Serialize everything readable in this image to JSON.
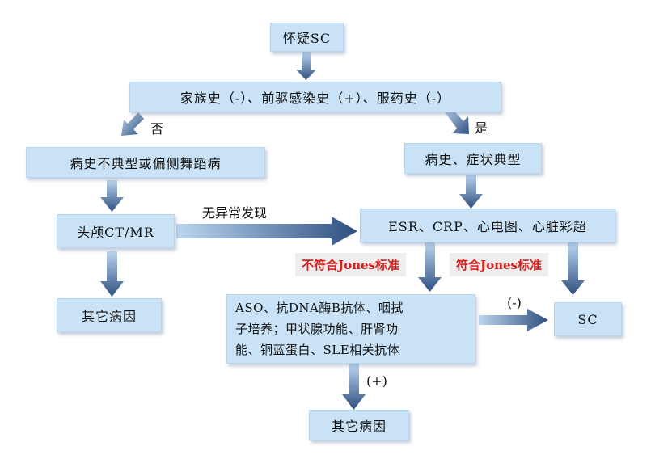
{
  "nodes": {
    "suspect_sc": "怀疑SC",
    "history": "家族史（-）、前驱感染史（+）、服药史（-）",
    "atypical": "病史不典型或偏侧舞蹈病",
    "typical": "病史、症状典型",
    "head_ct": "头颅CT/MR",
    "tests": "ESR、CRP、心电图、心脏彩超",
    "other_cause_left": "其它病因",
    "aso_line1": "ASO、抗DNA酶B抗体、咽拭",
    "aso_line2": "子培养；甲状腺功能、肝肾功",
    "aso_line3": "能、铜蓝蛋白、SLE相关抗体",
    "sc": "SC",
    "other_cause_bottom": "其它病因"
  },
  "labels": {
    "no": "否",
    "yes": "是",
    "no_abnormal": "无异常发现",
    "not_meet_jones": "不符合Jones标准",
    "meet_jones": "符合Jones标准",
    "negative": "(-)",
    "positive": "(+)"
  },
  "colors": {
    "box_fill": "#c9e2f6",
    "arrow_dark": "#2f4f7f",
    "arrow_light": "#bcd6f0",
    "red_text": "#d62020"
  }
}
